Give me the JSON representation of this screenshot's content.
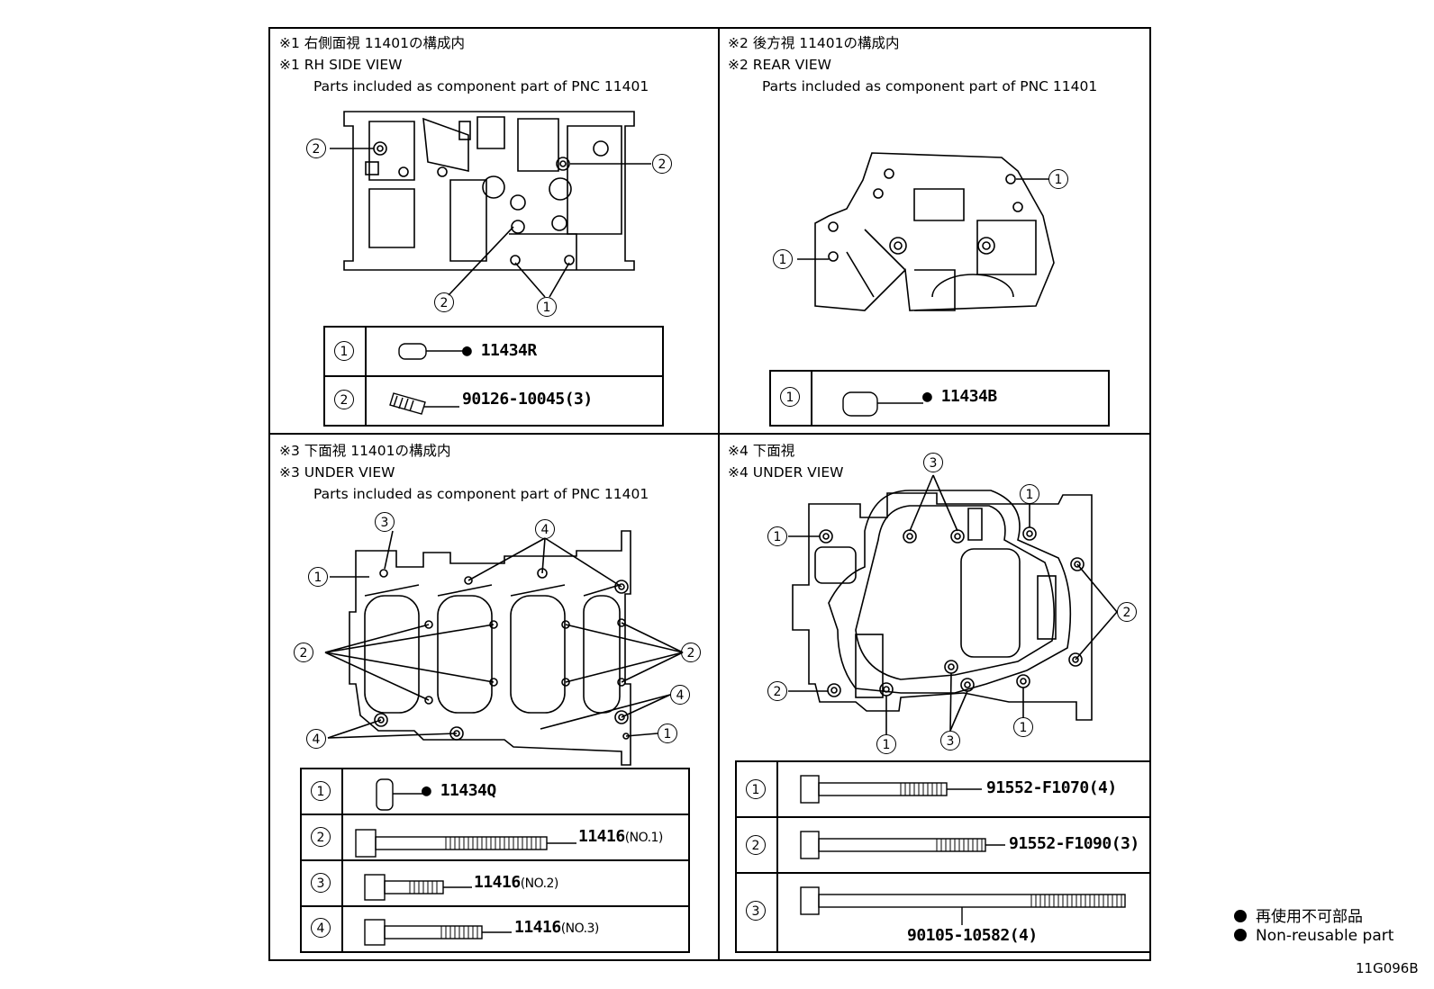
{
  "panels": [
    {
      "header_jp": "※1 右側面視 11401の構成内",
      "header_en": "※1 RH SIDE VIEW",
      "header_sub": "Parts included as component part of PNC 11401",
      "rows": [
        {
          "num": "1",
          "part": "11434R",
          "variant": "",
          "nonreusable": true
        },
        {
          "num": "2",
          "part": "90126-10045(3)",
          "variant": "",
          "nonreusable": false
        }
      ]
    },
    {
      "header_jp": "※2 後方視 11401の構成内",
      "header_en": "※2 REAR VIEW",
      "header_sub": "Parts included as component part of PNC 11401",
      "rows": [
        {
          "num": "1",
          "part": "11434B",
          "variant": "",
          "nonreusable": true
        }
      ]
    },
    {
      "header_jp": "※3 下面視 11401の構成内",
      "header_en": "※3 UNDER VIEW",
      "header_sub": "Parts included as component part of PNC 11401",
      "rows": [
        {
          "num": "1",
          "part": "11434Q",
          "variant": "",
          "nonreusable": true
        },
        {
          "num": "2",
          "part": "11416",
          "variant": "(NO.1)",
          "nonreusable": false
        },
        {
          "num": "3",
          "part": "11416",
          "variant": "(NO.2)",
          "nonreusable": false
        },
        {
          "num": "4",
          "part": "11416",
          "variant": "(NO.3)",
          "nonreusable": false
        }
      ]
    },
    {
      "header_jp": "※4 下面視",
      "header_en": "※4 UNDER VIEW",
      "header_sub": "",
      "rows": [
        {
          "num": "1",
          "part": "91552-F1070(4)",
          "variant": "",
          "nonreusable": false
        },
        {
          "num": "2",
          "part": "91552-F1090(3)",
          "variant": "",
          "nonreusable": false
        },
        {
          "num": "3",
          "part": "90105-10582(4)",
          "variant": "",
          "nonreusable": false
        }
      ]
    }
  ],
  "callouts": {
    "p1": [
      "2",
      "2",
      "2",
      "1"
    ],
    "p2": [
      "1",
      "1"
    ],
    "p3": [
      "3",
      "4",
      "1",
      "2",
      "2",
      "4",
      "4",
      "1"
    ],
    "p4": [
      "3",
      "1",
      "1",
      "2",
      "2",
      "1",
      "3",
      "1"
    ]
  },
  "legend": {
    "jp": "再使用不可部品",
    "en": "Non-reusable part"
  },
  "figure_code": "11G096B"
}
